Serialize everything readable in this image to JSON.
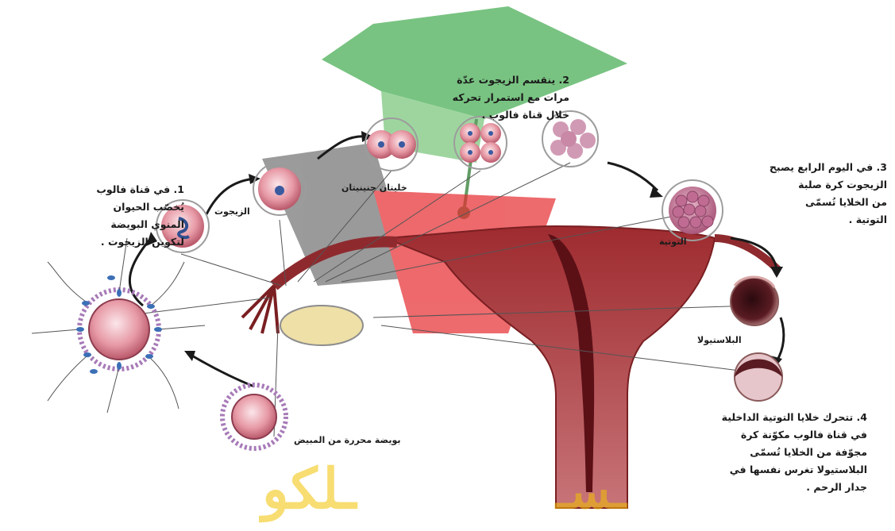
{
  "header_partial": "",
  "captions": {
    "step1": [
      "1. في قناة فالوب",
      "يُخصّب الحيوان",
      "المنوي البويضة",
      "لتكوين الزيجوت ."
    ],
    "step2": [
      "2. ينقسم الزيجوت عدّة",
      "مرات مع استمرار تحركه",
      "خلال قناة فالوب ."
    ],
    "step3": [
      "3. في اليوم الرابع يصبح",
      "الزيجوت كرة صلبة",
      "من الخلايا تُسمّى",
      "التوتية ."
    ],
    "step4": [
      "4. تتحرك خلايا التوتية الداخلية",
      "في قناة فالوب مكوّنة كرة",
      "مجوّفة من الخلايا تُسمّى",
      "البلاستيولا تغرس نفسها في",
      "جدار الرحم ."
    ]
  },
  "labels": {
    "zygote": "الزيجوت",
    "two_cells": "خليتان جنينيتان",
    "morula": "التوتية",
    "blastula": "البلاستيولا",
    "ovum": "بويضة محررة من المبيض"
  },
  "watermark": {
    "text": "مستودع الكويت",
    "colors": {
      "green": "#3aa24a",
      "red": "#e0262b",
      "gray": "#6e6e6e",
      "gold": "#f2c200"
    }
  }
}
